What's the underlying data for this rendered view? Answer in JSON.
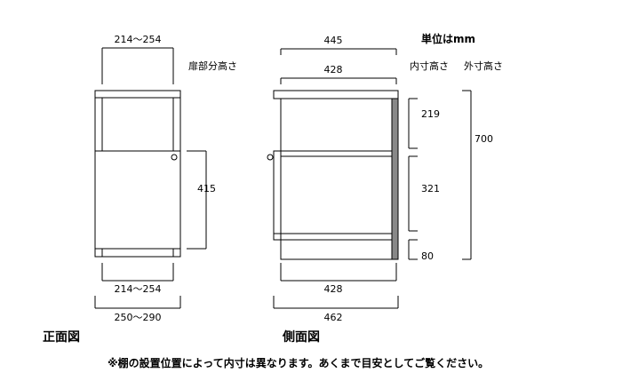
{
  "unit_label": "単位はmm",
  "headers": {
    "door_height": "扉部分高さ",
    "inner_height": "内寸高さ",
    "outer_height": "外寸高さ"
  },
  "front": {
    "top_width": "214～254",
    "door_height": "415",
    "inner_width": "214～254",
    "outer_width": "250～290",
    "title": "正面図"
  },
  "side": {
    "top_width": "445",
    "top_inner_width": "428",
    "inner_h_top": "219",
    "inner_h_mid": "321",
    "inner_h_bottom": "80",
    "outer_height": "700",
    "bottom_inner_width": "428",
    "bottom_outer_width": "462",
    "title": "側面図"
  },
  "note": "※棚の設置位置によって内寸は異なります。あくまで目安としてご覧ください。",
  "colors": {
    "line": "#000000",
    "back_panel": "#888888"
  }
}
